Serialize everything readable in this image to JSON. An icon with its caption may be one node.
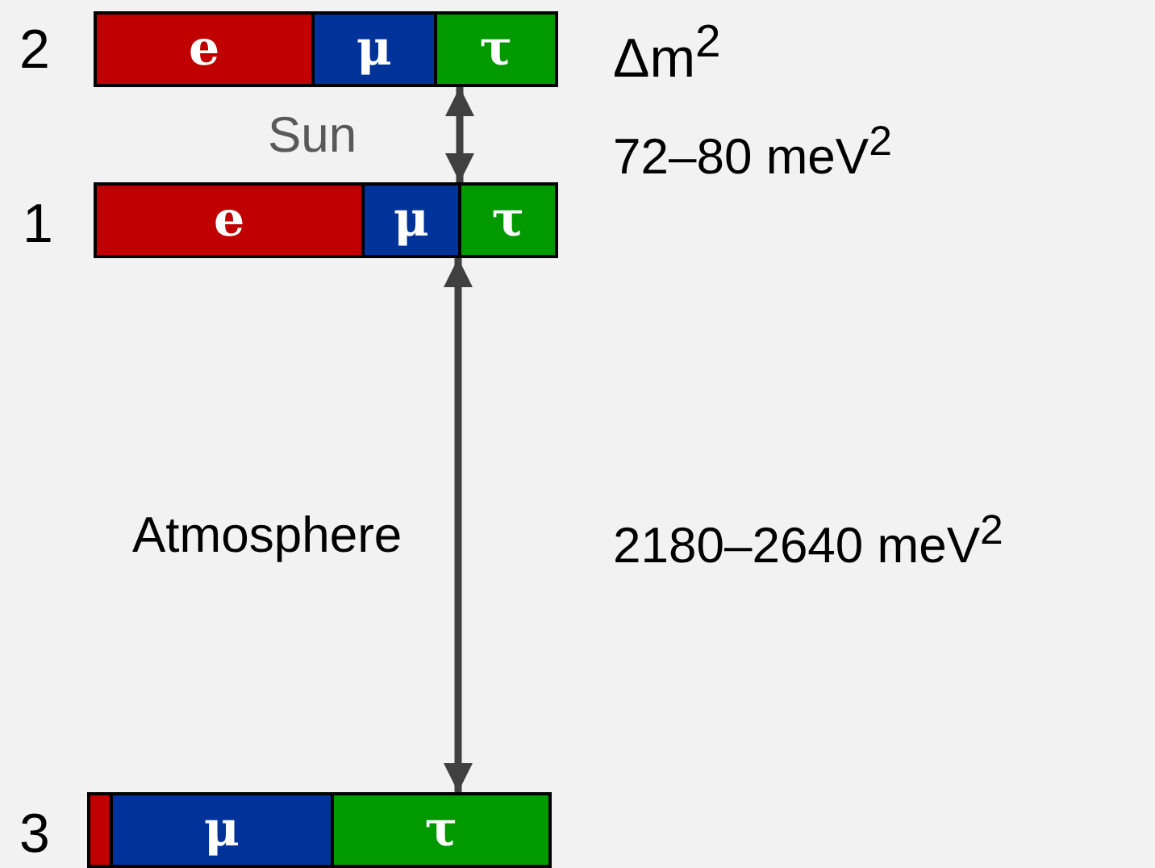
{
  "diagram": {
    "nodes": [
      {
        "text": [],
        "shape": "bar",
        "beside": [
          "2"
        ]
      },
      {
        "text": [
          "e"
        ],
        "in": 0
      },
      {
        "text": [
          "μ"
        ],
        "in": 0
      },
      {
        "text": [
          "τ"
        ],
        "in": 0
      },
      {
        "text": [],
        "shape": "bar",
        "beside": [
          "1"
        ]
      },
      {
        "text": [
          "e"
        ],
        "in": 4
      },
      {
        "text": [
          "μ"
        ],
        "in": 4
      },
      {
        "text": [
          "τ"
        ],
        "in": 4
      },
      {
        "text": [],
        "shape": "bar",
        "beside": [
          "3"
        ]
      },
      {
        "text": [],
        "shape": "box",
        "in": 8
      },
      {
        "text": [
          "μ"
        ],
        "in": 8
      },
      {
        "text": [
          "τ"
        ],
        "in": 8
      }
    ],
    "edges": [
      {
        "from": 0,
        "to": 4,
        "arrow": "both",
        "label": "Sun"
      },
      {
        "from": 4,
        "to": 8,
        "arrow": "both",
        "label": "Atmosphere"
      }
    ],
    "labels": [
      "Δm$^{2}$",
      "72–80 meV$^{2}$",
      "2180–2640 meV$^{2}$"
    ]
  }
}
